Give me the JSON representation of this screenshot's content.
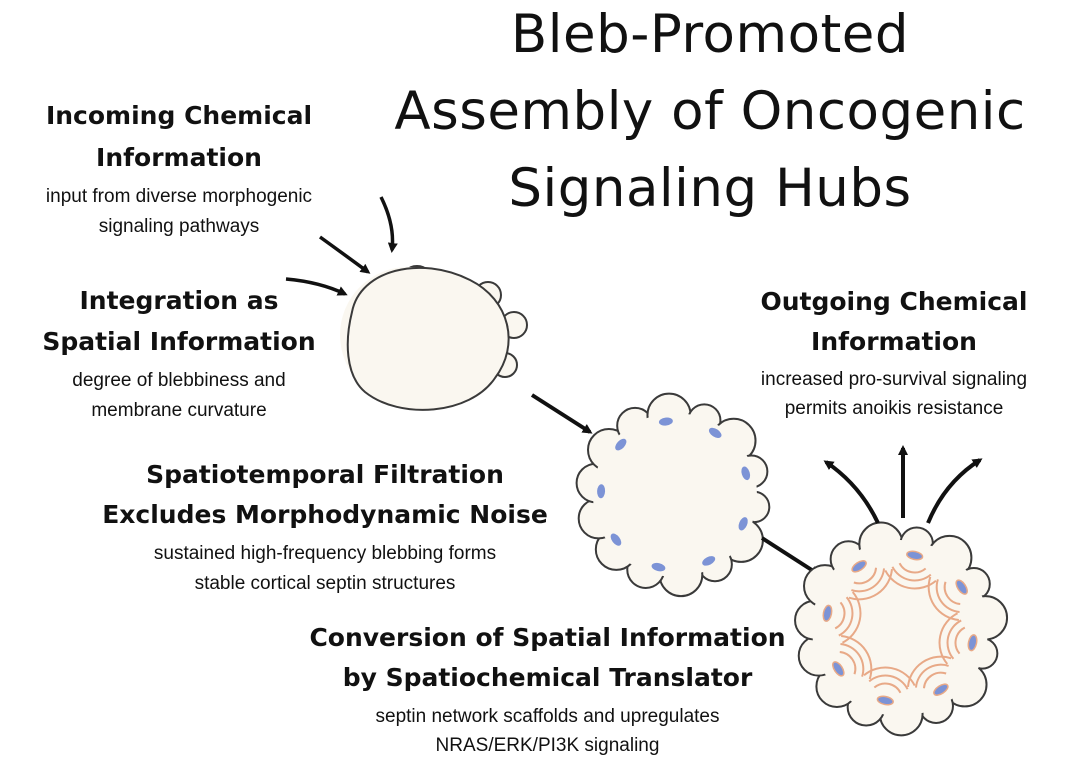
{
  "title": {
    "line1": "Bleb-Promoted",
    "line2": "Assembly of Oncogenic",
    "line3": "Signaling Hubs"
  },
  "stages": {
    "incoming": {
      "heading1": "Incoming Chemical",
      "heading2": "Information",
      "desc1": "input from diverse morphogenic",
      "desc2": "signaling pathways"
    },
    "integration": {
      "heading1": "Integration as",
      "heading2": "Spatial Information",
      "desc1": "degree of blebbiness and",
      "desc2": "membrane curvature"
    },
    "filtration": {
      "heading1": "Spatiotemporal Filtration",
      "heading2": "Excludes Morphodynamic Noise",
      "desc1": "sustained high-frequency blebbing forms",
      "desc2": "stable cortical septin structures"
    },
    "conversion": {
      "heading1": "Conversion of Spatial Information",
      "heading2": "by Spatiochemical Translator",
      "desc1": "septin network scaffolds and upregulates",
      "desc2": "NRAS/ERK/PI3K signaling"
    },
    "outgoing": {
      "heading1": "Outgoing Chemical",
      "heading2": "Information",
      "desc1": "increased pro-survival signaling",
      "desc2": "permits anoikis resistance"
    }
  },
  "colors": {
    "cell_fill": "#faf7f0",
    "cell_outline": "#3a3a3a",
    "septin": "#7c93d6",
    "signal_arcs": "#e8a987",
    "arrow": "#111111"
  }
}
